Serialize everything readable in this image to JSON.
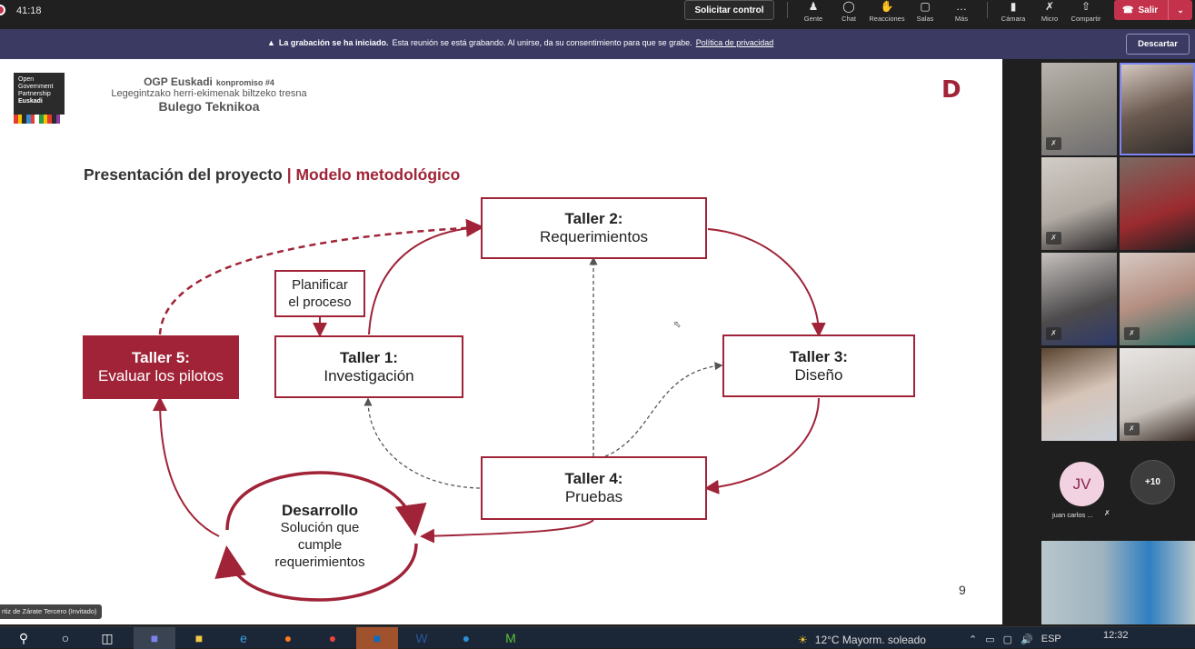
{
  "meeting": {
    "timer": "41:18",
    "request_control": "Solicitar control",
    "toolbar": [
      {
        "label": "Gente",
        "icon": "people-icon"
      },
      {
        "label": "Chat",
        "icon": "chat-icon"
      },
      {
        "label": "Reacciones",
        "icon": "reactions-icon"
      },
      {
        "label": "Salas",
        "icon": "rooms-icon"
      },
      {
        "label": "Más",
        "icon": "more-icon"
      },
      {
        "label": "Cámara",
        "icon": "camera-icon"
      },
      {
        "label": "Micro",
        "icon": "mic-off-icon"
      },
      {
        "label": "Compartir",
        "icon": "share-icon"
      }
    ],
    "leave": "Salir",
    "accent": "#c4314b"
  },
  "banner": {
    "title": "La grabación se ha iniciado.",
    "message": "Esta reunión se está grabando. Al unirse, da su consentimiento para que se grabe.",
    "link": "Política de privacidad",
    "dismiss": "Descartar"
  },
  "slide": {
    "logo": {
      "l1": "Open",
      "l2": "Government",
      "l3": "Partnership",
      "l4": "Euskadi"
    },
    "header": {
      "line1": "OGP Euskadi",
      "line1_small": "konpromiso #4",
      "line2": "Legegintzako herri-ekimenak biltzeko tresna",
      "line3": "Bulego Teknikoa"
    },
    "brand_mark": "D",
    "title_main": "Presentación del proyecto",
    "title_sep": "|",
    "title_accent": "Modelo metodológico",
    "accent_color": "#a02337",
    "plan": {
      "l1": "Planificar",
      "l2": "el proceso"
    },
    "nodes": [
      {
        "title": "Taller 1:",
        "sub": "Investigación"
      },
      {
        "title": "Taller 2:",
        "sub": "Requerimientos"
      },
      {
        "title": "Taller 3:",
        "sub": "Diseño"
      },
      {
        "title": "Taller 4:",
        "sub": "Pruebas"
      },
      {
        "title": "Taller 5:",
        "sub": "Evaluar los pilotos"
      }
    ],
    "dev": {
      "title": "Desarrollo",
      "l1": "Solución que",
      "l2": "cumple",
      "l3": "requerimientos"
    },
    "page_number": "9"
  },
  "presenter": "rtiz de Zárate Tercero (Invitado)",
  "gallery": {
    "jv_initials": "JV",
    "jv_name": "juan carlos ...",
    "overflow": "+10"
  },
  "taskbar": {
    "weather": "12°C  Mayorm. soleado",
    "lang": "ESP",
    "time": "12:32"
  }
}
